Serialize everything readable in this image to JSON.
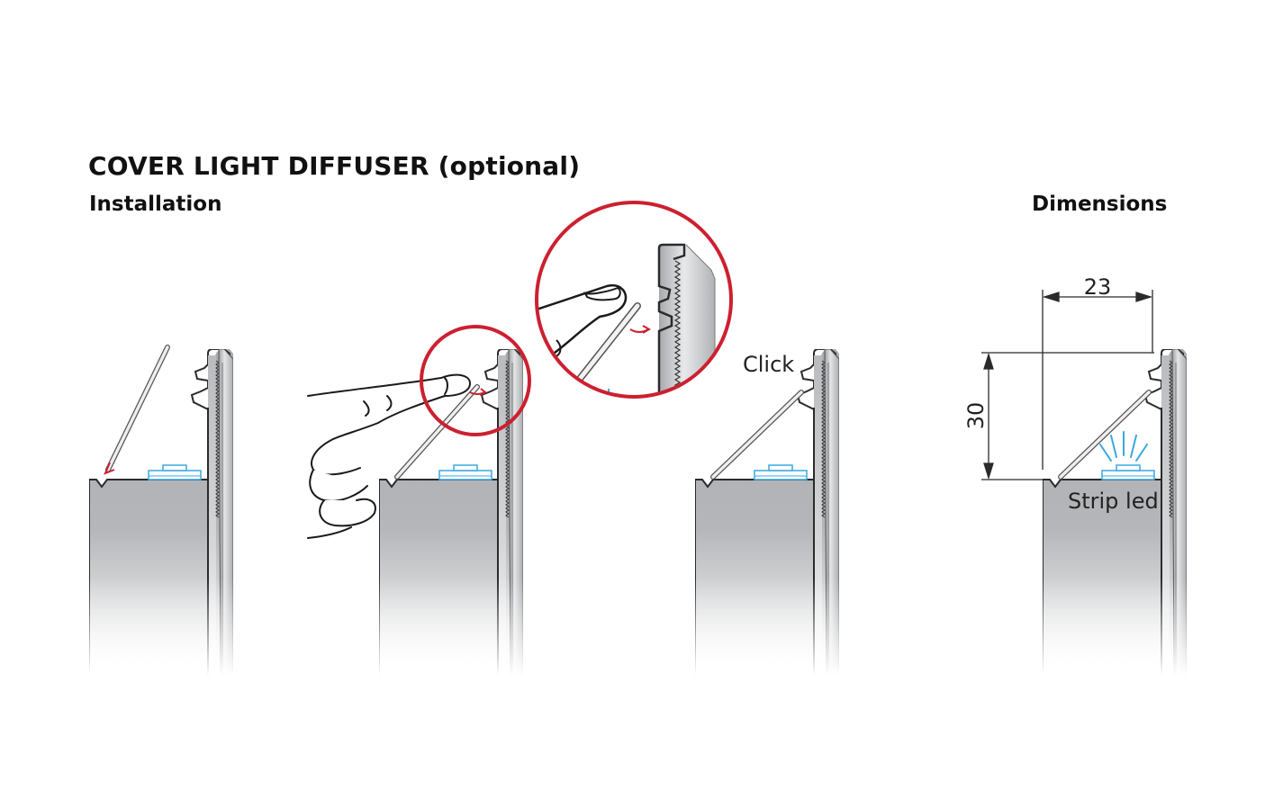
{
  "title": "COVER LIGHT DIFFUSER (optional)",
  "sections": {
    "installation": "Installation",
    "dimensions": "Dimensions"
  },
  "labels": {
    "click": "Click",
    "strip_led": "Strip led",
    "dim_width": "23",
    "dim_height": "30"
  },
  "colors": {
    "profile_fill": "#b3b5b8",
    "outline": "#2b2b2b",
    "accent_red": "#cc2030",
    "led_blue": "#3aa8e0"
  }
}
